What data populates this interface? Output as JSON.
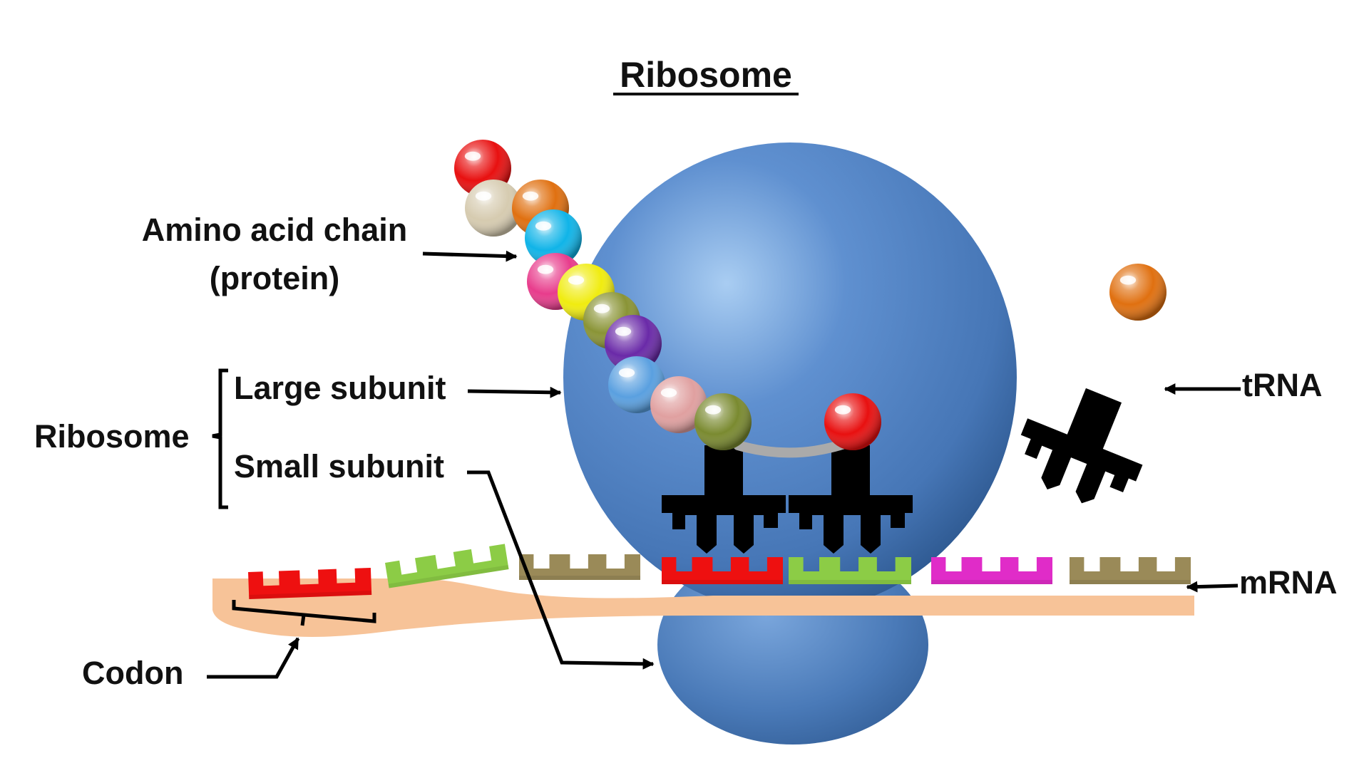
{
  "title": "Ribosome",
  "labels": {
    "amino_chain_line1": "Amino acid chain",
    "amino_chain_line2": "(protein)",
    "large_subunit": "Large subunit",
    "small_subunit": "Small subunit",
    "ribosome_group": "Ribosome",
    "trna": "tRNA",
    "mrna": "mRNA",
    "codon": "Codon"
  },
  "colors": {
    "ribosome_blue": "#4f7fc0",
    "mrna_strand": "#f7c398",
    "connector": "#aaaaaa",
    "trna_body": "#000000"
  },
  "amino_acid_chain": [
    {
      "name": "red-bead",
      "color": "#e81010"
    },
    {
      "name": "cream-bead",
      "color": "#d6cbb0"
    },
    {
      "name": "orange-bead",
      "color": "#e07010"
    },
    {
      "name": "cyan-bead",
      "color": "#10b4e8"
    },
    {
      "name": "pink-bead",
      "color": "#e83c8c"
    },
    {
      "name": "yellow-bead",
      "color": "#f0ec10"
    },
    {
      "name": "olive-bead",
      "color": "#8a9436"
    },
    {
      "name": "purple-bead",
      "color": "#6a2aa8"
    },
    {
      "name": "lightblue-bead",
      "color": "#5aa0e0"
    },
    {
      "name": "rose-bead",
      "color": "#e0a0a0"
    },
    {
      "name": "olive-bead",
      "color": "#7a8a30"
    }
  ],
  "incoming_amino_acid": {
    "name": "red-bead",
    "color": "#e81010"
  },
  "free_trna_amino_acid": {
    "name": "orange-bead",
    "color": "#e07010"
  },
  "codons": [
    {
      "name": "codon-red",
      "color": "#ee1010"
    },
    {
      "name": "codon-lightgreen",
      "color": "#8ccc46"
    },
    {
      "name": "codon-khaki",
      "color": "#9a8a58"
    },
    {
      "name": "codon-red",
      "color": "#ee1010"
    },
    {
      "name": "codon-lightgreen",
      "color": "#8ccc46"
    },
    {
      "name": "codon-magenta",
      "color": "#e02cc8"
    },
    {
      "name": "codon-khaki",
      "color": "#9a8a58"
    }
  ]
}
